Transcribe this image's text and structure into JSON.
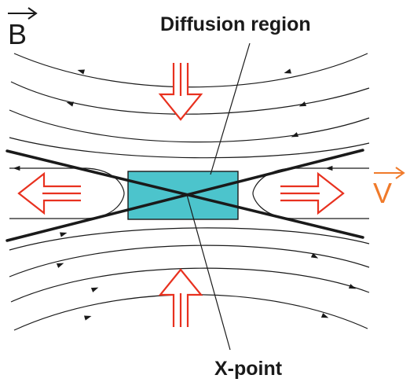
{
  "labels": {
    "b_vector": "B",
    "v_vector": "V",
    "diffusion_region": "Diffusion region",
    "x_point": "X-point"
  },
  "colors": {
    "line": "#1a1a1a",
    "arrow_red": "#e8311f",
    "v_orange": "#f07a2a",
    "region_fill": "#4cc4cc",
    "region_stroke": "#1a1a1a"
  }
}
